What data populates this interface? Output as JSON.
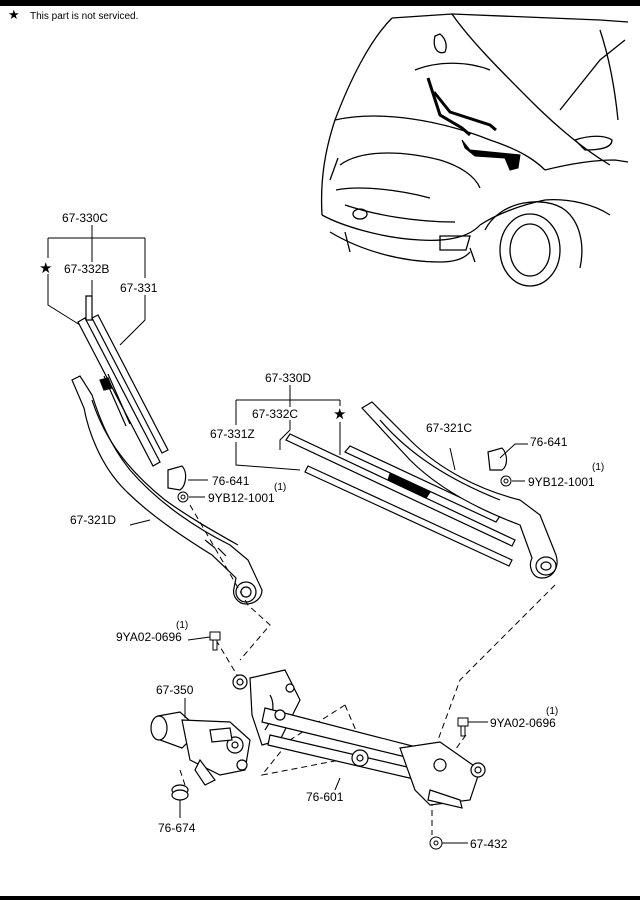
{
  "note": {
    "symbol": "★",
    "text": "This part is not serviced."
  },
  "labels": {
    "p67_330C": "67-330C",
    "p67_332B": "67-332B",
    "p67_331": "67-331",
    "p76_641_left": "76-641",
    "p9YB12_left": "9YB12-1001",
    "q9YB12_left": "(1)",
    "p67_321D": "67-321D",
    "p67_330D": "67-330D",
    "p67_332C": "67-332C",
    "p67_331Z": "67-331Z",
    "p67_321C": "67-321C",
    "p76_641_right": "76-641",
    "p9YB12_right": "9YB12-1001",
    "q9YB12_right": "(1)",
    "p9YA02_left": "9YA02-0696",
    "q9YA02_left": "(1)",
    "p9YA02_right": "9YA02-0696",
    "q9YA02_right": "(1)",
    "p67_350": "67-350",
    "p76_601": "76-601",
    "p76_674": "76-674",
    "p67_432": "67-432",
    "star": "★"
  }
}
